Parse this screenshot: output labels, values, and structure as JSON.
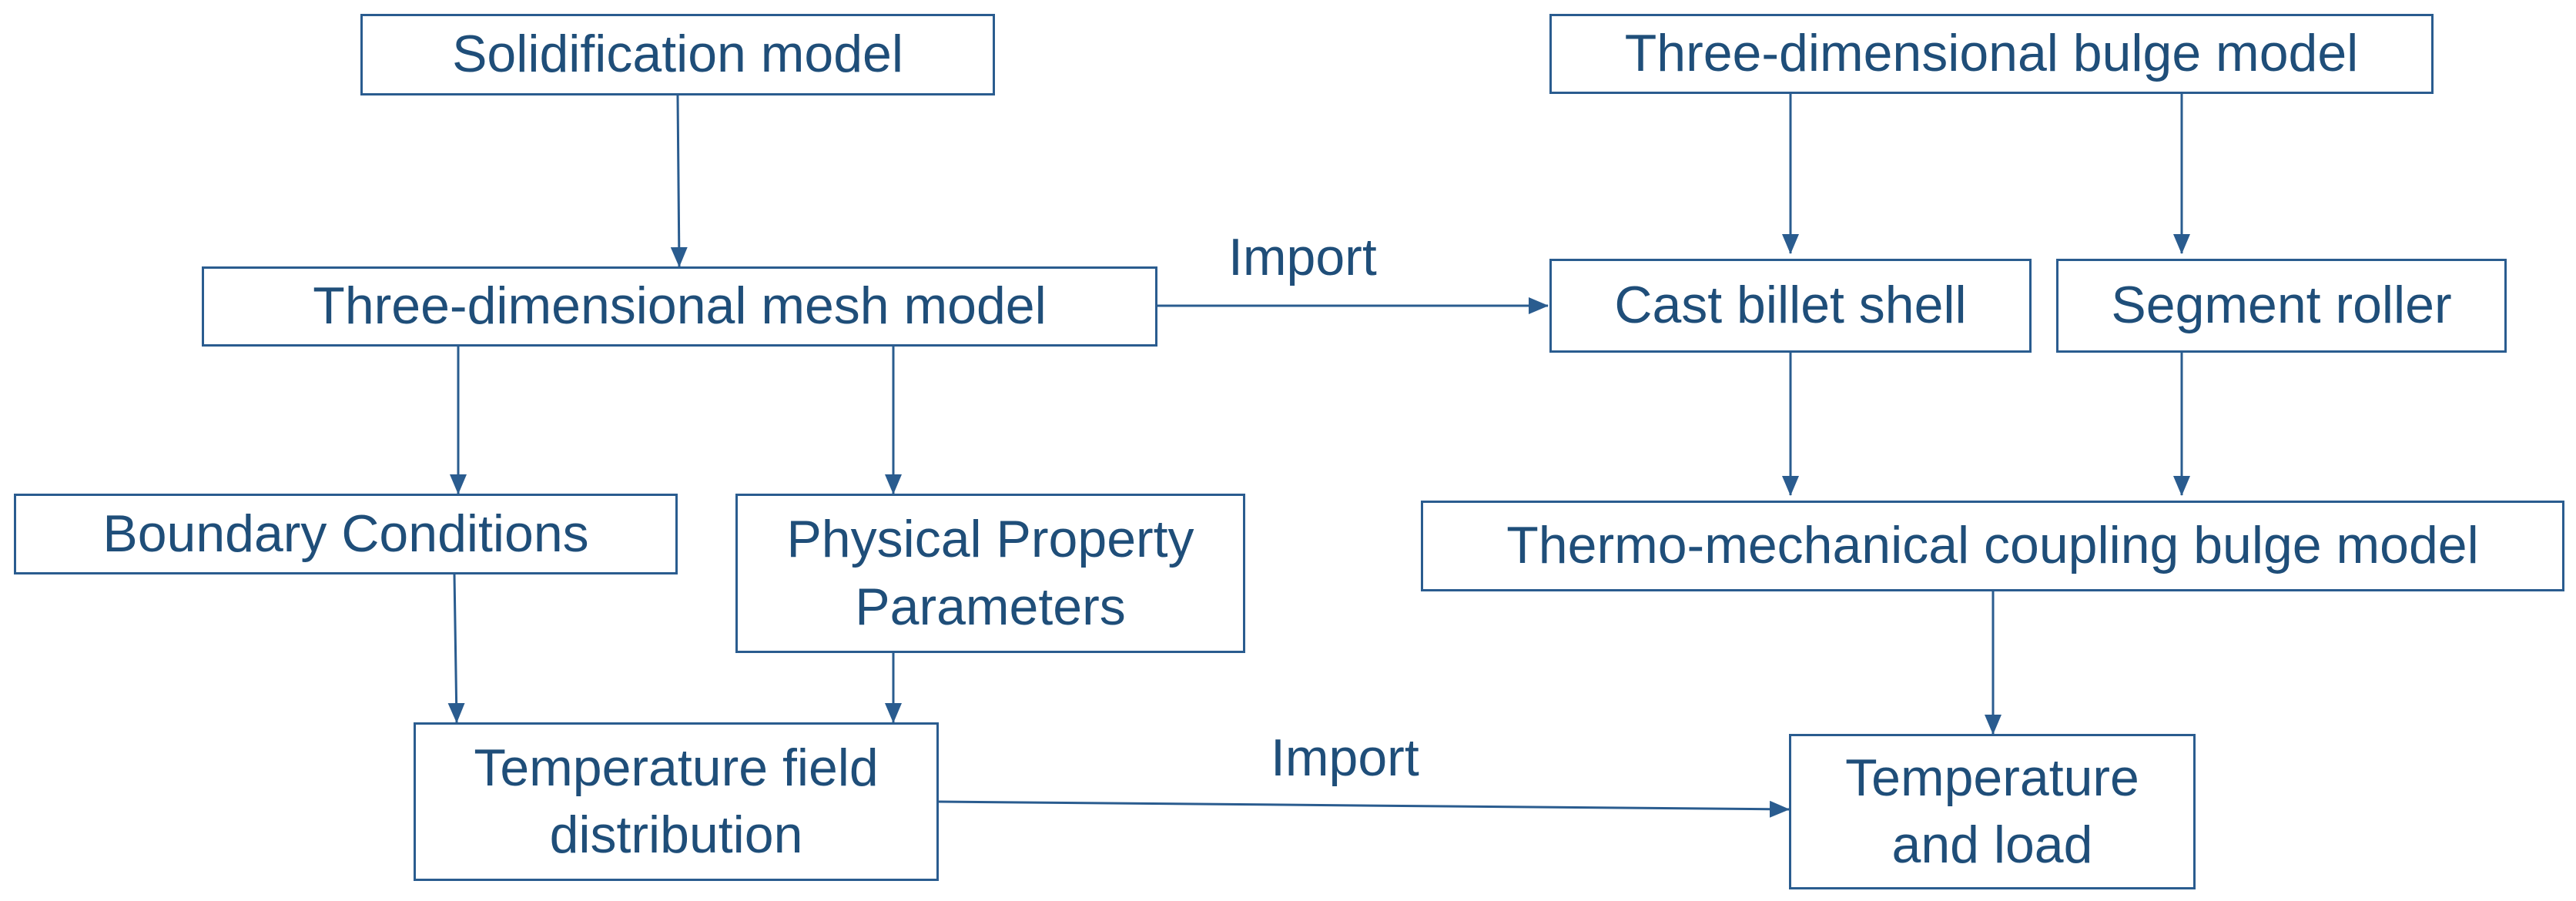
{
  "diagram": {
    "colors": {
      "stroke": "#2a5c8f",
      "text": "#1f4e79",
      "background": "#ffffff"
    },
    "nodes": {
      "solidification": "Solidification model",
      "mesh": "Three-dimensional mesh model",
      "boundary": "Boundary Conditions",
      "physical": "Physical Property\nParameters",
      "temperature_field": "Temperature field\ndistribution",
      "bulge3d": "Three-dimensional bulge model",
      "shell": "Cast billet shell",
      "roller": "Segment roller",
      "coupling": "Thermo-mechanical coupling bulge model",
      "temp_load": "Temperature\nand load"
    },
    "edges": [
      {
        "from": "solidification",
        "to": "mesh",
        "label": ""
      },
      {
        "from": "mesh",
        "to": "boundary",
        "label": ""
      },
      {
        "from": "mesh",
        "to": "physical",
        "label": ""
      },
      {
        "from": "boundary",
        "to": "temperature_field",
        "label": ""
      },
      {
        "from": "physical",
        "to": "temperature_field",
        "label": ""
      },
      {
        "from": "mesh",
        "to": "shell",
        "label": "Import"
      },
      {
        "from": "bulge3d",
        "to": "shell",
        "label": ""
      },
      {
        "from": "bulge3d",
        "to": "roller",
        "label": ""
      },
      {
        "from": "shell",
        "to": "coupling",
        "label": ""
      },
      {
        "from": "roller",
        "to": "coupling",
        "label": ""
      },
      {
        "from": "coupling",
        "to": "temp_load",
        "label": ""
      },
      {
        "from": "temperature_field",
        "to": "temp_load",
        "label": "Import"
      }
    ]
  }
}
